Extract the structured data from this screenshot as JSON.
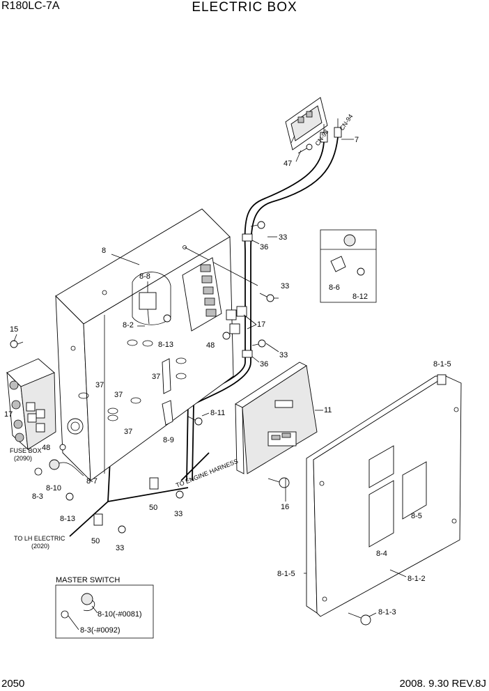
{
  "header": {
    "model": "R180LC-7A",
    "title": "ELECTRIC BOX"
  },
  "footer": {
    "page": "2050",
    "date_rev": "2008.  9.30  REV.8J"
  },
  "callouts": {
    "c47": "47",
    "c7": "7",
    "c33a": "33",
    "c36a": "36",
    "c8": "8",
    "c8_8": "8-8",
    "c33b": "33",
    "c8_6": "8-6",
    "c8_12": "8-12",
    "c8_2": "8-2",
    "c17a": "17",
    "c8_13a": "8-13",
    "c48a": "48",
    "c33c": "33",
    "c36b": "36",
    "c15": "15",
    "c37a": "37",
    "c37b": "37",
    "c37c": "37",
    "c37d": "37",
    "c17b": "17",
    "c8_11": "8-11",
    "c11": "11",
    "c8_1_5a": "8-1-5",
    "c8_9": "8-9",
    "c48b": "48",
    "c8_7": "8-7",
    "c8_10": "8-10",
    "c8_3": "8-3",
    "c8_13b": "8-13",
    "c50a": "50",
    "c33d": "33",
    "c16": "16",
    "c50b": "50",
    "c33e": "33",
    "c8_5": "8-5",
    "c8_4": "8-4",
    "c8_1_5b": "8-1-5",
    "c8_1_2": "8-1-2",
    "c8_1_3": "8-1-3",
    "c8_10b": "8-10(-#0081)",
    "c8_3b": "8-3(-#0092)"
  },
  "notes": {
    "fuse_box": "FUSE BOX",
    "fuse_box_ref": "(2090)",
    "to_engine_harness": "TO ENGINE HARNESS",
    "to_lh_electric": "TO LH ELECTRIC",
    "to_lh_electric_ref": "(2020)",
    "master_switch": "MASTER SWITCH",
    "cn93": "CN-93",
    "cn94": "CN-94"
  }
}
